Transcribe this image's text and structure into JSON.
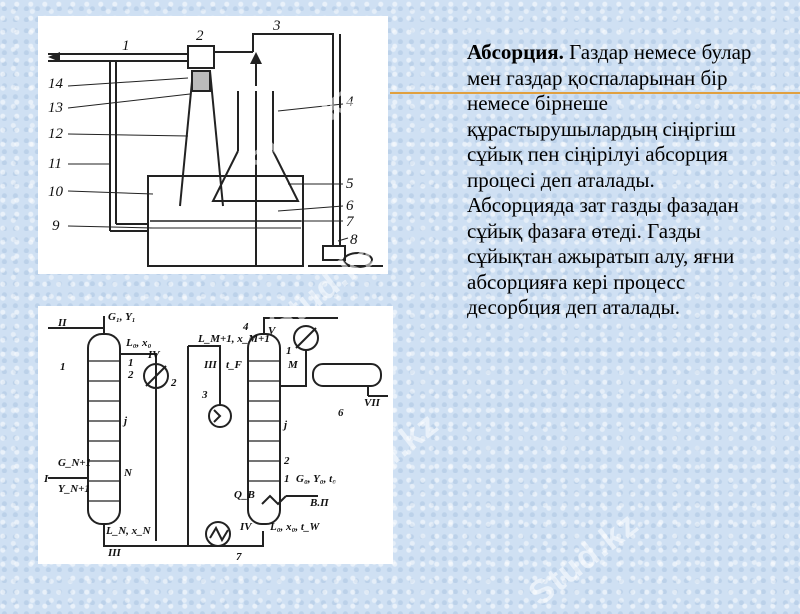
{
  "paragraph": {
    "term": "Абсорция.",
    "body": " Газдар немесе булар мен газдар қоспаларынан бір немесе бірнеше құрастырушылардың сіңіргіш сұйық пен сіңірілуі абсорция процесі деп аталады. Абсорцияда зат газды фазадан сұйық фазаға өтеді. Газды сұйықтан ажыратып алу, яғни абсорцияға кері процесс десорбция деп аталады."
  },
  "watermark": "Stud.kz",
  "figure_top_labels": [
    "1",
    "2",
    "3",
    "4",
    "5",
    "6",
    "7",
    "8",
    "9",
    "10",
    "11",
    "12",
    "13",
    "14"
  ],
  "figure_bottom_labels": {
    "stream_I": "I",
    "stream_II": "II",
    "stream_III": "III",
    "stream_IV": "IV",
    "stream_V": "V",
    "stream_VII": "VII",
    "g1y1": "G₁, Y₁",
    "lx0": "L₀, x₀",
    "gn1": "G_N+1",
    "yn1": "Y_N+1",
    "lnxn": "L_N, x_N",
    "n": "N",
    "j": "j",
    "one": "1",
    "two": "2",
    "lm1": "L_M+1, x_M+1",
    "tf": "t_F",
    "m": "M",
    "g0": "G₀, Y₀, t₀",
    "vp": "В.П",
    "q": "Q_В",
    "lw": "L₀, x₀, t_W",
    "four": "4",
    "n2": "2",
    "n3": "3",
    "n6": "6",
    "n7": "7",
    "n1b": "1",
    "n2b": "2",
    "j2": "j",
    "n1c": "1",
    "n2c": "2"
  }
}
